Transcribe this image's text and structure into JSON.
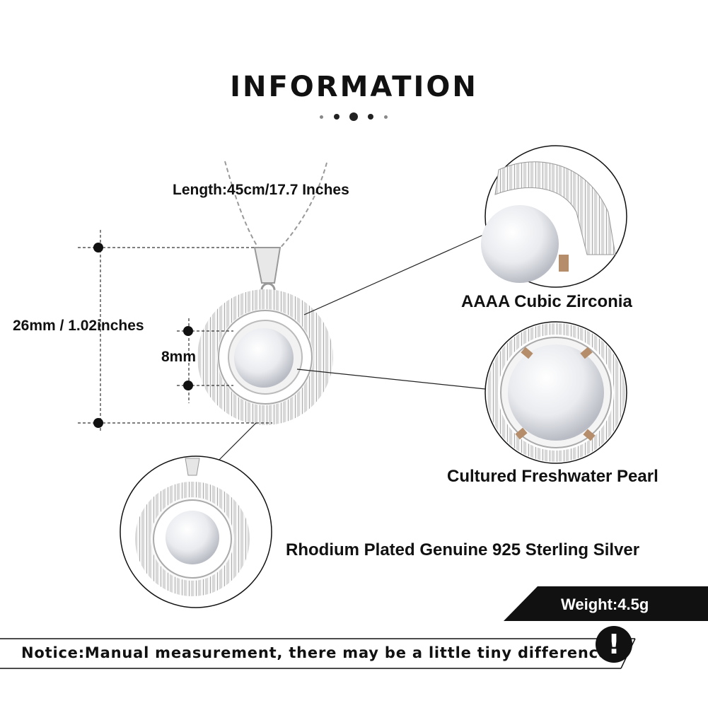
{
  "header": {
    "title": "INFORMATION"
  },
  "dimensions": {
    "length_label": "Length:45cm/17.7 Inches",
    "height_label": "26mm / 1.02inches",
    "pearl_size_label": "8mm"
  },
  "features": {
    "zirconia_label": "AAAA Cubic Zirconia",
    "pearl_label": "Cultured Freshwater Pearl",
    "silver_label": "Rhodium Plated Genuine 925 Sterling Silver"
  },
  "weight": {
    "label": "Weight:4.5g"
  },
  "notice": {
    "text": "Notice:Manual measurement, there may be a little tiny difference.",
    "icon_glyph": "!",
    "icon": "exclamation-icon"
  },
  "colors": {
    "text": "#111111",
    "banner": "#111111",
    "banner_text": "#ffffff",
    "silver": "#c8c8c8",
    "pearl": "#eef0f3"
  }
}
